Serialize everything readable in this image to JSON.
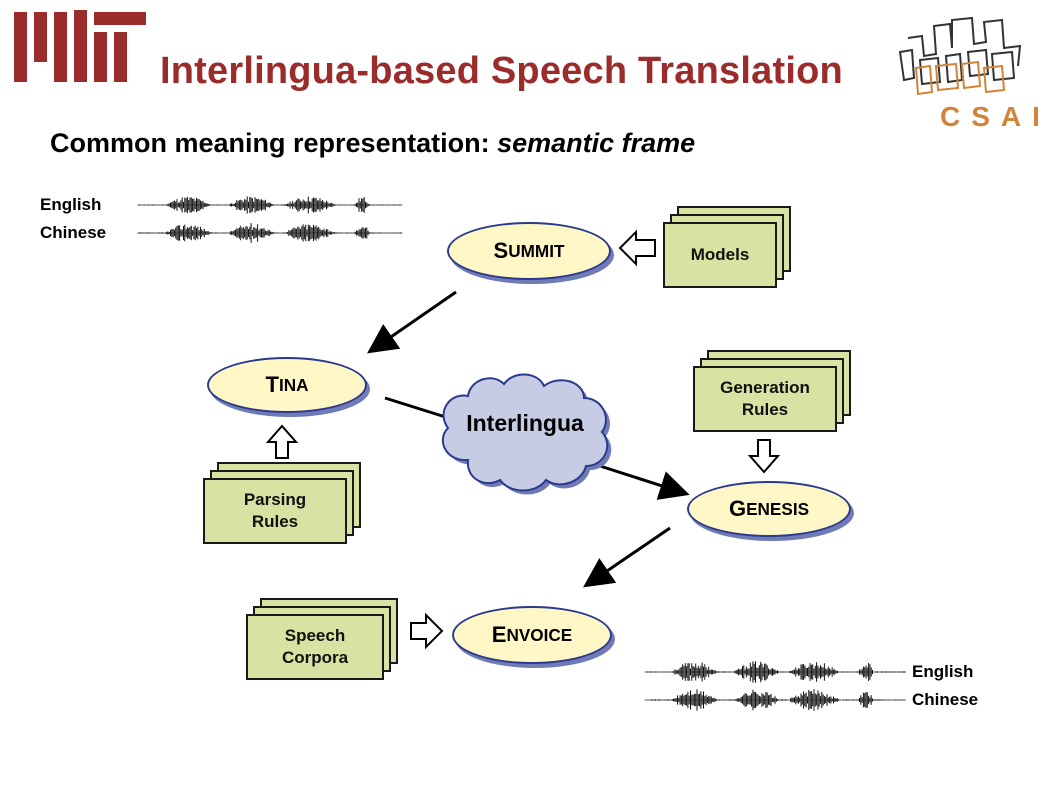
{
  "header": {
    "title": "Interlingua-based Speech Translation",
    "subtitle_main": "Common meaning representation: ",
    "subtitle_italic": "semantic frame",
    "mit_logo": "MIT",
    "csail_logo": "CSAIL"
  },
  "waveforms": {
    "top": {
      "label_1": "English",
      "label_2": "Chinese"
    },
    "bottom": {
      "label_1": "English",
      "label_2": "Chinese"
    }
  },
  "nodes": {
    "summit": {
      "first": "S",
      "rest": "UMMIT"
    },
    "tina": {
      "first": "T",
      "rest": "INA"
    },
    "genesis": {
      "first": "G",
      "rest": "ENESIS"
    },
    "envoice": {
      "first": "E",
      "rest": "NVOICE"
    },
    "interlingua": "Interlingua"
  },
  "resources": {
    "models": "Models",
    "generation_rules": "Generation\nRules",
    "parsing_rules": "Parsing\nRules",
    "speech_corpora": "Speech\nCorpora"
  },
  "colors": {
    "title": "#9b2c2c",
    "node_fill": "#fff7c6",
    "node_border": "#2b3a8c",
    "card_fill": "#d6e3a2",
    "cloud_fill": "#c5cce4"
  },
  "icons": [
    "mit-logo",
    "csail-logo",
    "waveform-icon",
    "hollow-arrow-icon",
    "cloud-icon"
  ]
}
